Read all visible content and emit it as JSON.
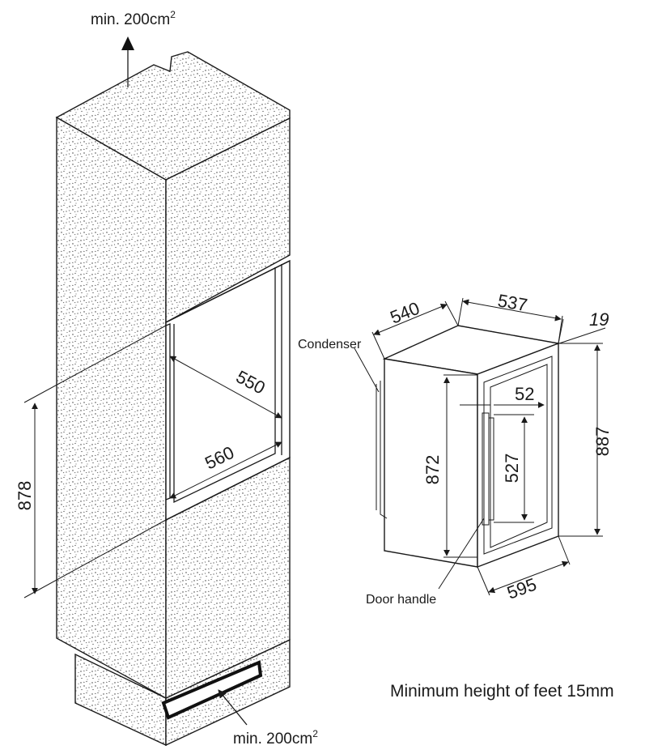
{
  "labels": {
    "top_vent": "min. 200cm",
    "bottom_vent": "min. 200cm",
    "superscript": "2",
    "condenser": "Condenser",
    "door_handle": "Door handle",
    "note": "Minimum height of feet 15mm"
  },
  "dimensions": {
    "niche_height": "878",
    "niche_depth": "550",
    "niche_width": "560",
    "unit_depth": "540",
    "unit_width_top": "537",
    "door_offset": "19",
    "unit_height": "872",
    "total_height": "887",
    "handle_offset": "52",
    "handle_length": "527",
    "unit_width_bottom": "595"
  }
}
